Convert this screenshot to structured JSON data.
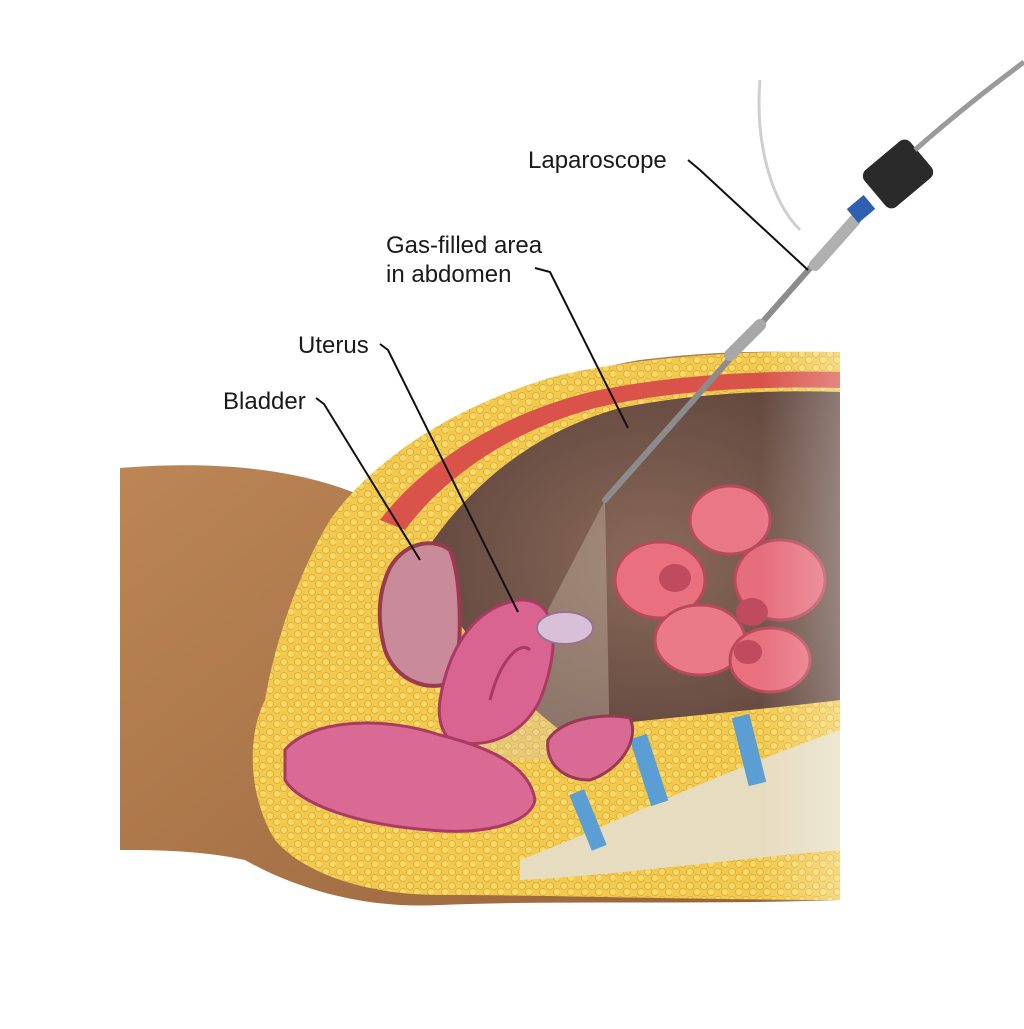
{
  "labels": {
    "laparoscope": "Laparoscope",
    "gas_line1": "Gas-filled area",
    "gas_line2": "in abdomen",
    "uterus": "Uterus",
    "bladder": "Bladder"
  },
  "colors": {
    "skin": "#b07a4c",
    "fat": "#f0c84a",
    "muscle": "#d9534a",
    "cavity": "#6e5448",
    "intestine": "#e8707f",
    "uterus": "#d9648f",
    "bladder": "#c98a9a",
    "rectum": "#d86a94",
    "spine": "#e6dcc0",
    "disc": "#5a9ed4",
    "scope": "#9a9a9a",
    "leader": "#111111"
  }
}
